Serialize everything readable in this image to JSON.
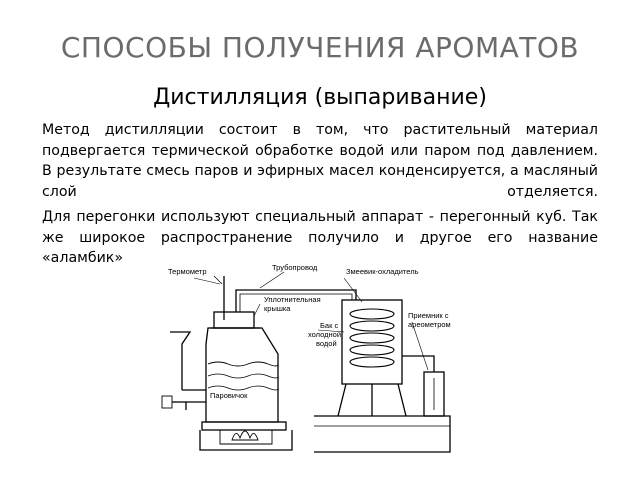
{
  "slide": {
    "title": "СПОСОБЫ ПОЛУЧЕНИЯ АРОМАТОВ",
    "subtitle": "Дистилляция (выпаривание)",
    "paragraph1": "Метод дистилляции состоит в том, что растительный материал подвергается термической обработке водой или паром под давлением. В результате смесь паров и эфирных масел конденсируется, а масляный слой отделяется.",
    "paragraph2": "Для перегонки используют специальный аппарат - перегонный куб. Так же широкое распространение получило и другое его название «аламбик»"
  },
  "diagram": {
    "labels": {
      "thermometer": "Термометр",
      "pipeline": "Трубопровод",
      "coil_cooler": "Змеевик-охладитель",
      "sealing_lid_1": "Уплотнительная",
      "sealing_lid_2": "крышка",
      "tank_1": "Бак с",
      "tank_2": "холодной",
      "tank_3": "водой",
      "receiver_1": "Приемник с",
      "receiver_2": "ареометром",
      "steamer": "Паровичок"
    }
  }
}
